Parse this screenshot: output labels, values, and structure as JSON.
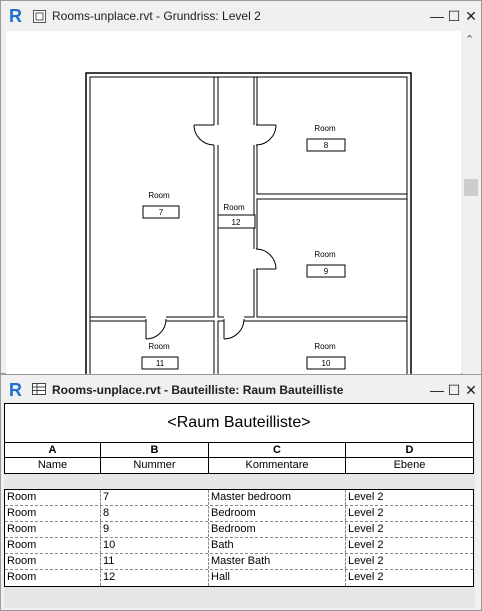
{
  "plan_window": {
    "title": "Rooms-unplace.rvt - Grundriss: Level 2",
    "app_logo": "R",
    "controls": {
      "minimize": "—",
      "maximize": "☐",
      "close": "✕"
    },
    "rooms": [
      {
        "name": "Room",
        "number": "7"
      },
      {
        "name": "Room",
        "number": "8"
      },
      {
        "name": "Room",
        "number": "12"
      },
      {
        "name": "Room",
        "number": "9"
      },
      {
        "name": "Room",
        "number": "11"
      },
      {
        "name": "Room",
        "number": "10"
      }
    ]
  },
  "schedule_window": {
    "title": "Rooms-unplace.rvt - Bauteilliste: Raum Bauteilliste",
    "app_logo": "R",
    "controls": {
      "minimize": "—",
      "maximize": "☐",
      "close": "✕"
    },
    "schedule_title": "<Raum Bauteilliste>",
    "column_letters": [
      "A",
      "B",
      "C",
      "D"
    ],
    "column_headers": [
      "Name",
      "Nummer",
      "Kommentare",
      "Ebene"
    ],
    "rows": [
      [
        "Room",
        "7",
        "Master bedroom",
        "Level 2"
      ],
      [
        "Room",
        "8",
        "Bedroom",
        "Level 2"
      ],
      [
        "Room",
        "9",
        "Bedroom",
        "Level 2"
      ],
      [
        "Room",
        "10",
        "Bath",
        "Level 2"
      ],
      [
        "Room",
        "11",
        "Master Bath",
        "Level 2"
      ],
      [
        "Room",
        "12",
        "Hall",
        "Level 2"
      ]
    ]
  }
}
